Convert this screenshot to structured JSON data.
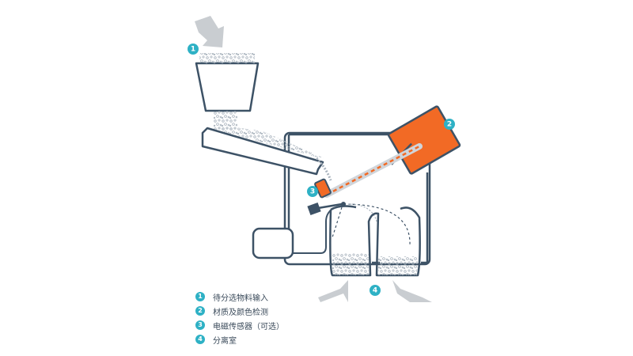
{
  "colors": {
    "outline": "#3d5266",
    "accent_orange": "#f26a25",
    "marker_teal": "#2eb1c5",
    "arrow_gray": "#c9cdd1",
    "beam_dash": "#f26a25",
    "granule": "#a9b3bd"
  },
  "markers": [
    {
      "id": "1",
      "label": "1"
    },
    {
      "id": "2",
      "label": "2"
    },
    {
      "id": "3",
      "label": "3"
    },
    {
      "id": "4",
      "label": "4"
    }
  ],
  "legend": [
    {
      "num": "1",
      "text": "待分选物料输入"
    },
    {
      "num": "2",
      "text": "材质及颜色检测"
    },
    {
      "num": "3",
      "text": "电磁传感器（可选）"
    },
    {
      "num": "4",
      "text": "分离室"
    }
  ]
}
